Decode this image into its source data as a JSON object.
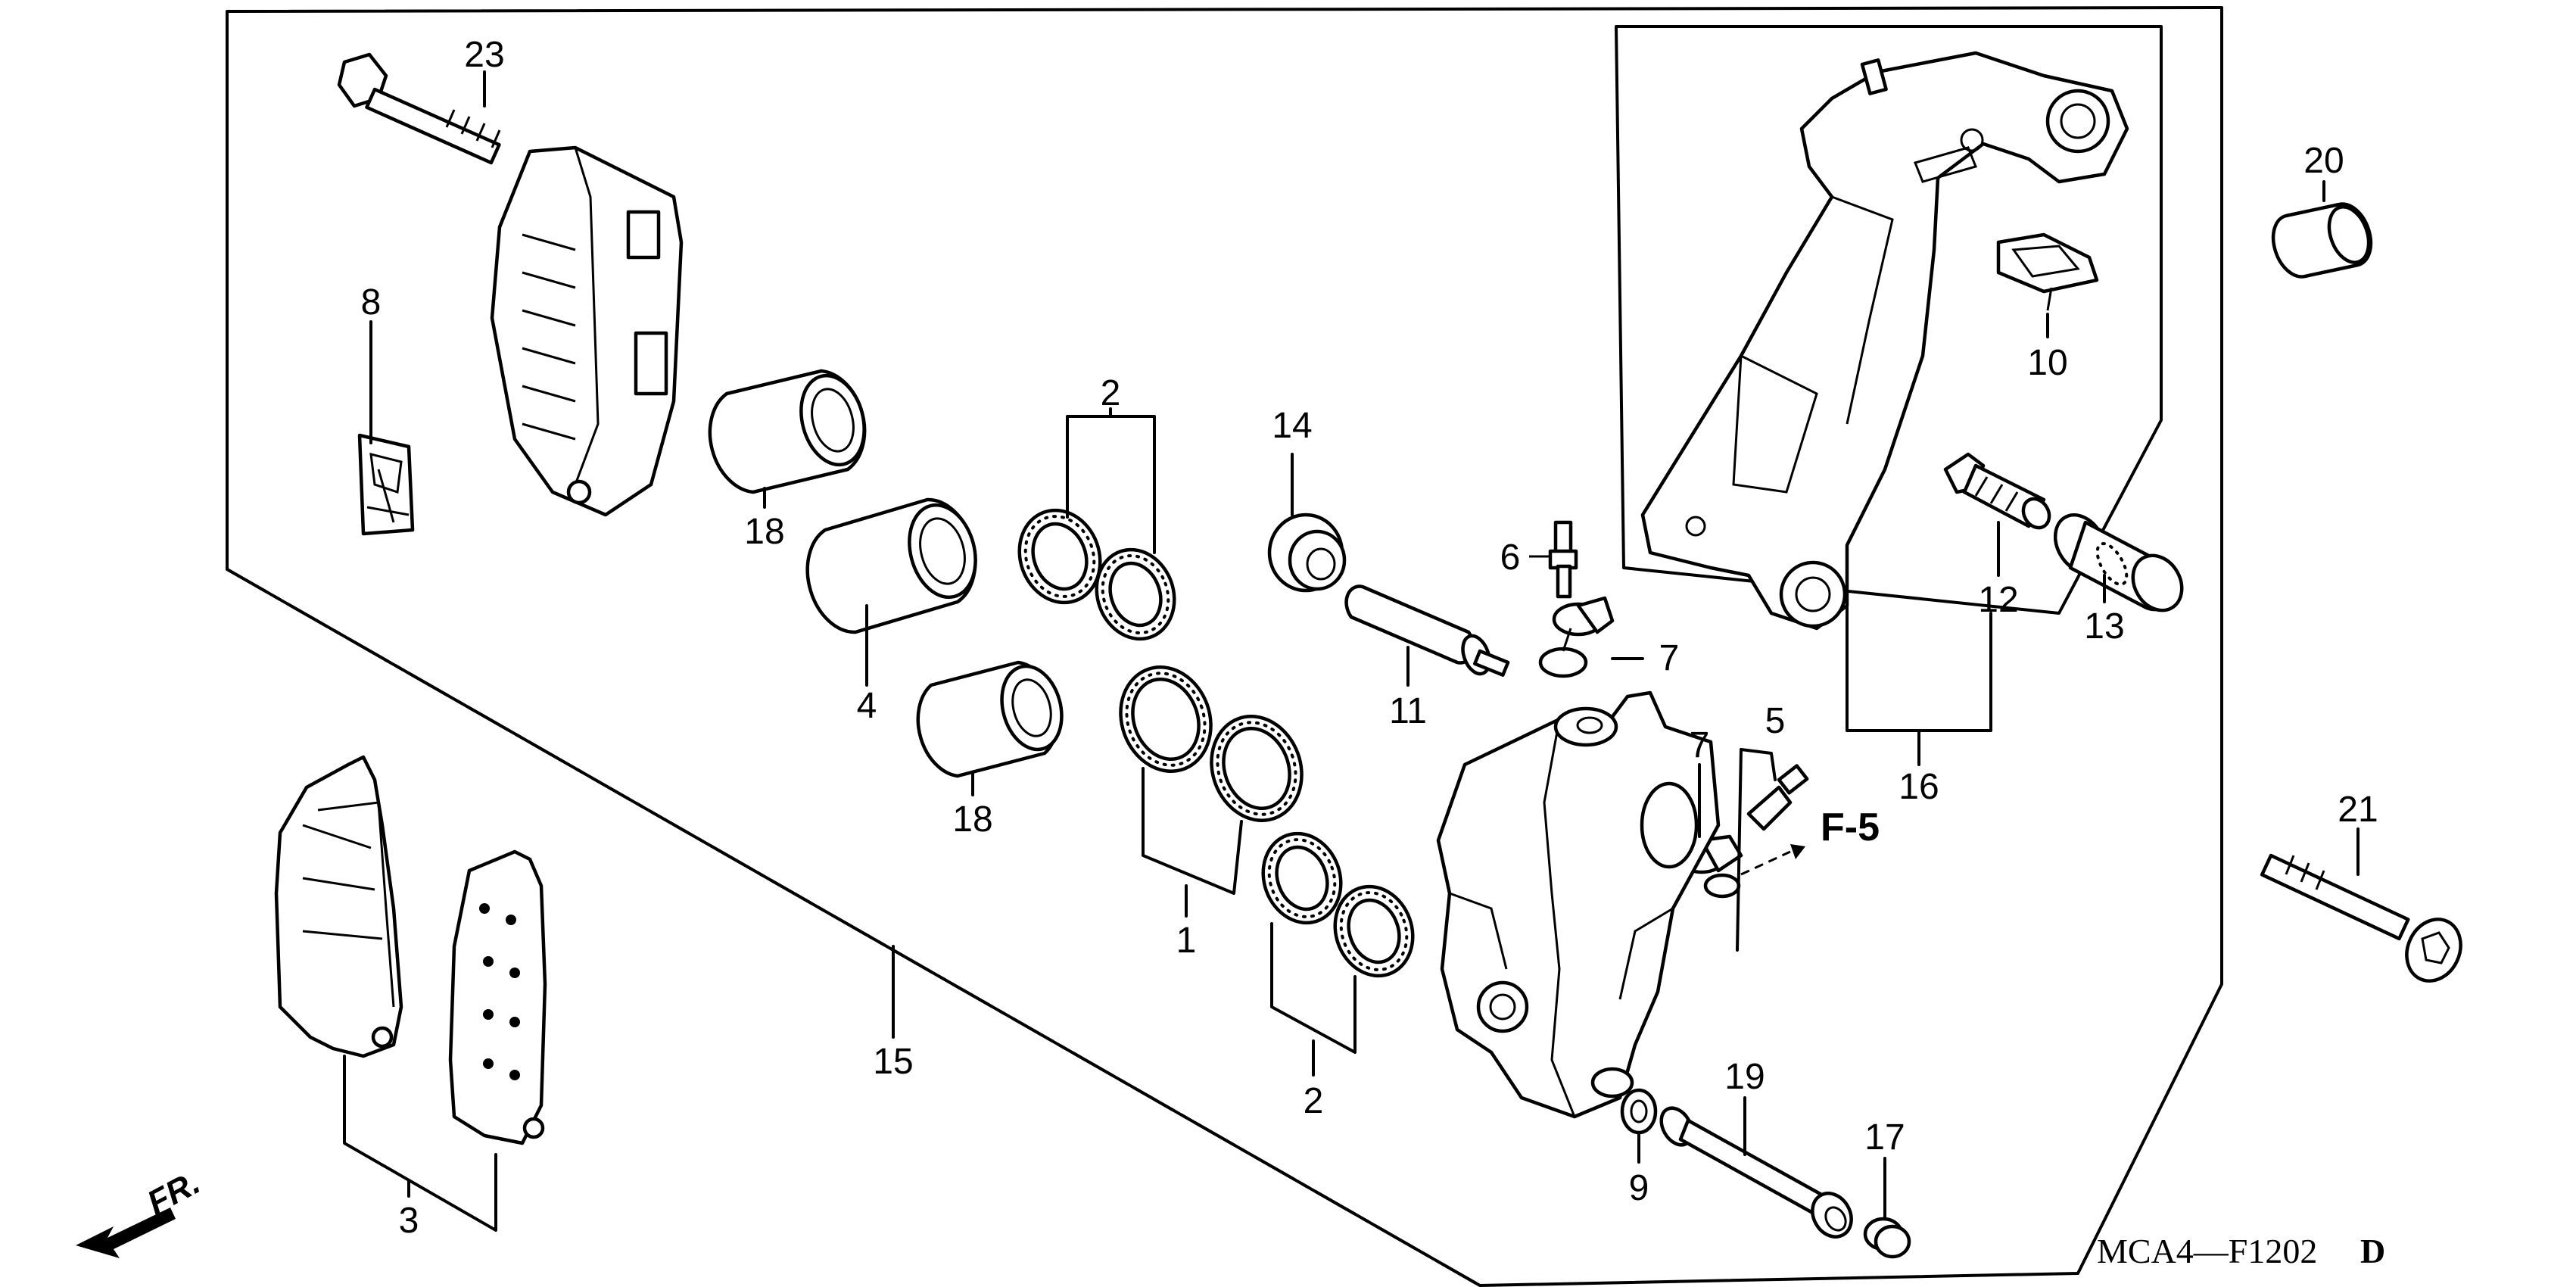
{
  "diagram_code": "MCA4—F1202",
  "code_suffix": "D",
  "front_marker": "FR.",
  "reference": "F-5",
  "callouts": [
    {
      "id": "c1",
      "label": "1"
    },
    {
      "id": "c2a",
      "label": "2"
    },
    {
      "id": "c2b",
      "label": "2"
    },
    {
      "id": "c3",
      "label": "3"
    },
    {
      "id": "c4",
      "label": "4"
    },
    {
      "id": "c5",
      "label": "5"
    },
    {
      "id": "c6",
      "label": "6"
    },
    {
      "id": "c7a",
      "label": "7"
    },
    {
      "id": "c7b",
      "label": "7"
    },
    {
      "id": "c8",
      "label": "8"
    },
    {
      "id": "c9",
      "label": "9"
    },
    {
      "id": "c10",
      "label": "10"
    },
    {
      "id": "c11",
      "label": "11"
    },
    {
      "id": "c12",
      "label": "12"
    },
    {
      "id": "c13",
      "label": "13"
    },
    {
      "id": "c14",
      "label": "14"
    },
    {
      "id": "c15",
      "label": "15"
    },
    {
      "id": "c16",
      "label": "16"
    },
    {
      "id": "c17",
      "label": "17"
    },
    {
      "id": "c18a",
      "label": "18"
    },
    {
      "id": "c18b",
      "label": "18"
    },
    {
      "id": "c19",
      "label": "19"
    },
    {
      "id": "c20",
      "label": "20"
    },
    {
      "id": "c21",
      "label": "21"
    },
    {
      "id": "c23",
      "label": "23"
    }
  ]
}
